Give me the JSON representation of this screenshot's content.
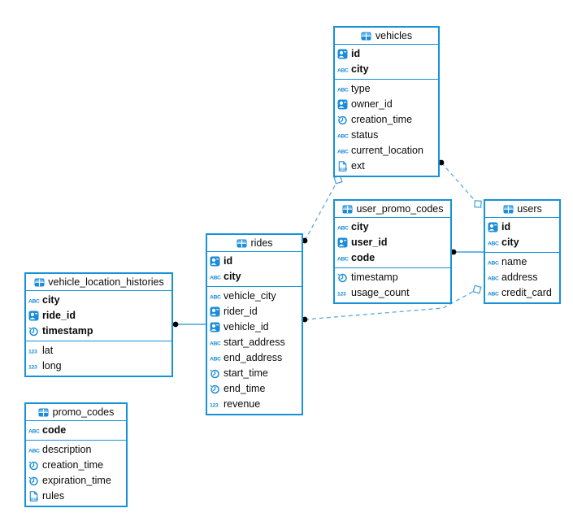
{
  "diagram": {
    "colors": {
      "table_border": "#1791d8",
      "icon_blue": "#1a8cd8",
      "icon_light_blue": "#6cbcec",
      "dashed_line": "#5fa8dc",
      "solid_line": "#1791d8",
      "dot": "#000000",
      "diamond_stroke": "#4fa3d8",
      "diamond_fill": "#ffffff",
      "text": "#0b0b0b",
      "background": "#ffffff"
    },
    "tables": [
      {
        "name": "vehicles",
        "icon": "table-icon",
        "primary_columns": [
          {
            "name": "id",
            "icon": "user-id-icon"
          },
          {
            "name": "city",
            "icon": "abc-text-icon"
          }
        ],
        "columns": [
          {
            "name": "type",
            "icon": "abc-text-icon"
          },
          {
            "name": "owner_id",
            "icon": "user-id-icon"
          },
          {
            "name": "creation_time",
            "icon": "clock-icon"
          },
          {
            "name": "status",
            "icon": "abc-text-icon"
          },
          {
            "name": "current_location",
            "icon": "abc-text-icon"
          },
          {
            "name": "ext",
            "icon": "json-icon"
          }
        ]
      },
      {
        "name": "user_promo_codes",
        "icon": "table-icon",
        "primary_columns": [
          {
            "name": "city",
            "icon": "abc-text-icon"
          },
          {
            "name": "user_id",
            "icon": "user-id-icon"
          },
          {
            "name": "code",
            "icon": "abc-text-icon"
          }
        ],
        "columns": [
          {
            "name": "timestamp",
            "icon": "clock-icon"
          },
          {
            "name": "usage_count",
            "icon": "numeric-icon"
          }
        ]
      },
      {
        "name": "users",
        "icon": "table-icon",
        "primary_columns": [
          {
            "name": "id",
            "icon": "user-id-icon"
          },
          {
            "name": "city",
            "icon": "abc-text-icon"
          }
        ],
        "columns": [
          {
            "name": "name",
            "icon": "abc-text-icon"
          },
          {
            "name": "address",
            "icon": "abc-text-icon"
          },
          {
            "name": "credit_card",
            "icon": "abc-text-icon"
          }
        ]
      },
      {
        "name": "rides",
        "icon": "table-icon",
        "primary_columns": [
          {
            "name": "id",
            "icon": "user-id-icon"
          },
          {
            "name": "city",
            "icon": "abc-text-icon"
          }
        ],
        "columns": [
          {
            "name": "vehicle_city",
            "icon": "abc-text-icon"
          },
          {
            "name": "rider_id",
            "icon": "user-id-icon"
          },
          {
            "name": "vehicle_id",
            "icon": "user-id-icon"
          },
          {
            "name": "start_address",
            "icon": "abc-text-icon"
          },
          {
            "name": "end_address",
            "icon": "abc-text-icon"
          },
          {
            "name": "start_time",
            "icon": "clock-icon"
          },
          {
            "name": "end_time",
            "icon": "clock-icon"
          },
          {
            "name": "revenue",
            "icon": "numeric-icon"
          }
        ]
      },
      {
        "name": "vehicle_location_histories",
        "icon": "table-icon",
        "primary_columns": [
          {
            "name": "city",
            "icon": "abc-text-icon"
          },
          {
            "name": "ride_id",
            "icon": "user-id-icon"
          },
          {
            "name": "timestamp",
            "icon": "clock-icon"
          }
        ],
        "columns": [
          {
            "name": "lat",
            "icon": "numeric-icon"
          },
          {
            "name": "long",
            "icon": "numeric-icon"
          }
        ]
      },
      {
        "name": "promo_codes",
        "icon": "table-icon",
        "primary_columns": [
          {
            "name": "code",
            "icon": "abc-text-icon"
          }
        ],
        "columns": [
          {
            "name": "description",
            "icon": "abc-text-icon"
          },
          {
            "name": "creation_time",
            "icon": "clock-icon"
          },
          {
            "name": "expiration_time",
            "icon": "clock-icon"
          },
          {
            "name": "rules",
            "icon": "json-icon"
          }
        ]
      }
    ],
    "relations": [
      {
        "id": "vehicle_location_histories-rides",
        "from_table": "vehicle_location_histories",
        "to_table": "rides",
        "line_style": "solid",
        "source_marker": "dot",
        "target_marker": "none"
      },
      {
        "id": "user_promo_codes-users",
        "from_table": "user_promo_codes",
        "to_table": "users",
        "line_style": "solid",
        "source_marker": "dot",
        "target_marker": "none"
      },
      {
        "id": "rides-vehicles",
        "from_table": "rides",
        "to_table": "vehicles",
        "line_style": "dashed",
        "source_marker": "dot",
        "target_marker": "diamond"
      },
      {
        "id": "vehicles-users",
        "from_table": "vehicles",
        "to_table": "users",
        "line_style": "dashed",
        "source_marker": "dot",
        "target_marker": "diamond"
      },
      {
        "id": "rides-users",
        "from_table": "rides",
        "to_table": "users",
        "line_style": "dashed",
        "source_marker": "dot",
        "target_marker": "diamond"
      }
    ]
  }
}
